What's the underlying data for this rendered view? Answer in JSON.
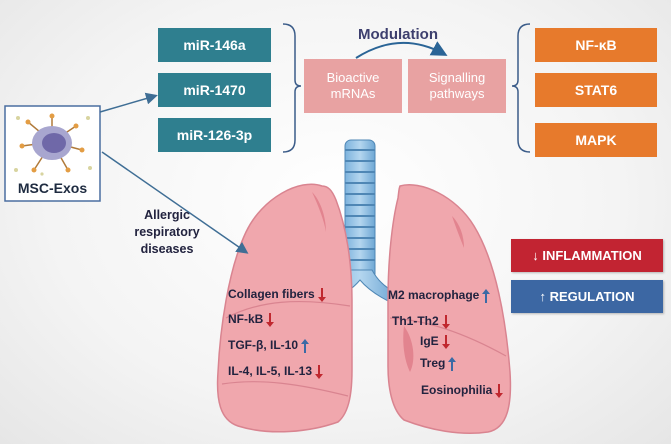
{
  "source": {
    "label": "MSC-Exos"
  },
  "mirnas": [
    "miR-146a",
    "miR-1470",
    "miR-126-3p"
  ],
  "modulation": {
    "title": "Modulation",
    "from": "Bioactive mRNAs",
    "to": "Signalling pathways"
  },
  "pathways": [
    "NF-κB",
    "STAT6",
    "MAPK"
  ],
  "disease_label": "Allergic respiratory diseases",
  "left_lung_effects": [
    {
      "text": "Collagen fibers",
      "direction": "down"
    },
    {
      "text": "NF-kB",
      "direction": "down"
    },
    {
      "text": "TGF-β, IL-10",
      "direction": "up"
    },
    {
      "text": "IL-4, IL-5, IL-13",
      "direction": "down"
    }
  ],
  "right_lung_effects": [
    {
      "text": "M2 macrophage",
      "direction": "up"
    },
    {
      "text": "Th1-Th2",
      "direction": "down"
    },
    {
      "text": "IgE",
      "direction": "down"
    },
    {
      "text": "Treg",
      "direction": "up"
    },
    {
      "text": "Eosinophilia",
      "direction": "down"
    }
  ],
  "badges": {
    "inflammation": "↓ INFLAMMATION",
    "regulation": "↑ REGULATION"
  },
  "colors": {
    "mirna": "#2f7f8f",
    "pathway": "#e77a2c",
    "mrna": "#e8a2a2",
    "down_arrow": "#c0282f",
    "up_arrow": "#3b6aa5",
    "inflammation_badge": "#c22432",
    "regulation_badge": "#3c67a3",
    "lung": "#f0a7ad"
  }
}
